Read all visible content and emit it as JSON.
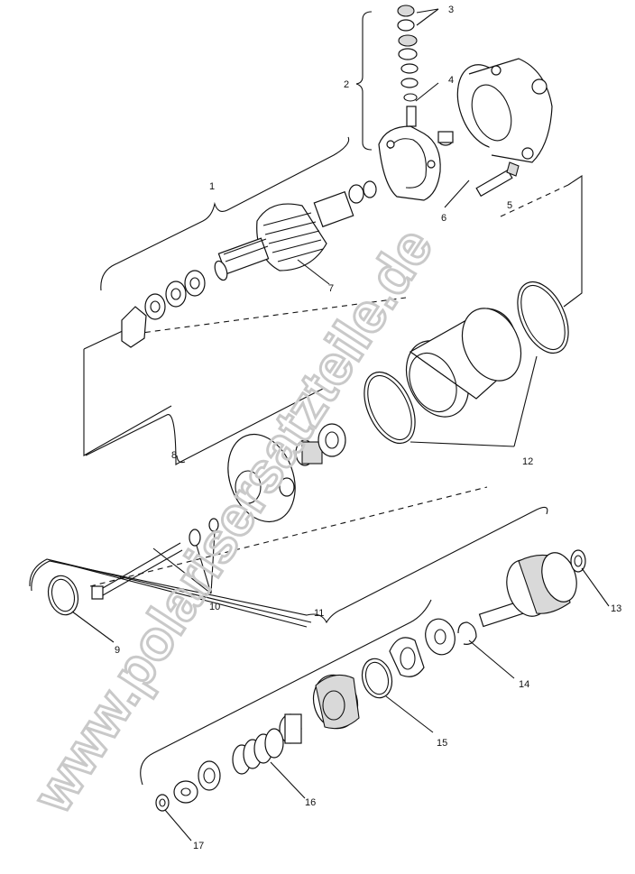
{
  "watermark": {
    "text": "www.polarisersatzteile.de"
  },
  "labels": {
    "l1": "1",
    "l2": "2",
    "l3": "3",
    "l4": "4",
    "l5": "5",
    "l6": "6",
    "l7": "7",
    "l8": "8",
    "l9": "9",
    "l10": "10",
    "l11": "11",
    "l12": "12",
    "l13": "13",
    "l14": "14",
    "l15": "15",
    "l16": "16",
    "l17": "17"
  }
}
